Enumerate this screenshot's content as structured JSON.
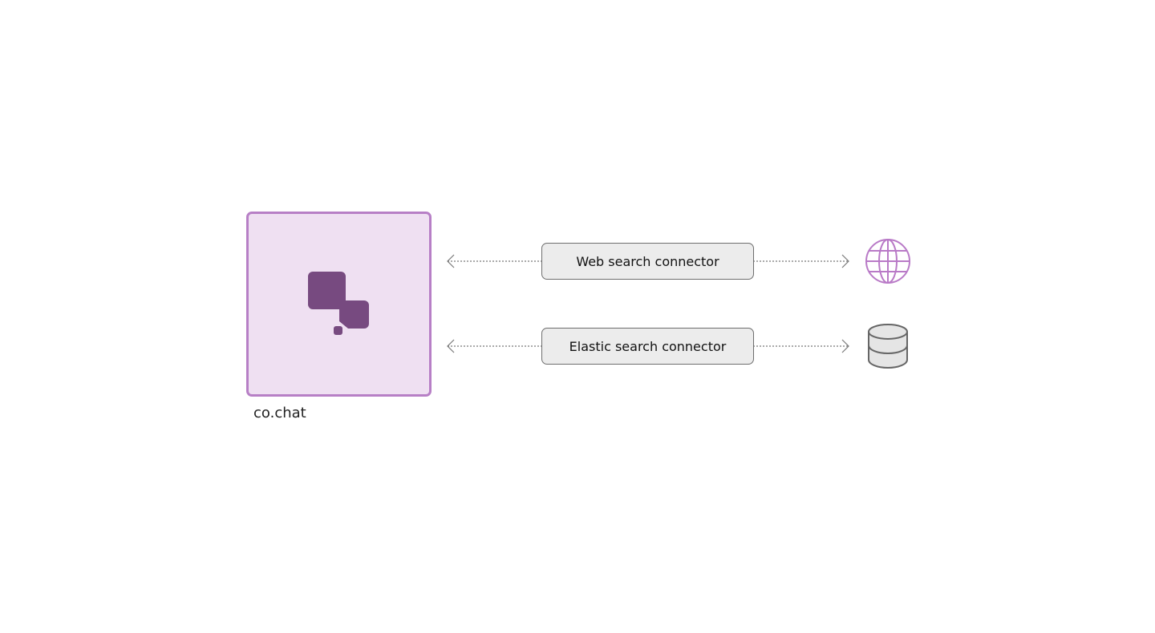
{
  "app": {
    "label": "co.chat",
    "logo_icon": "cohere-chat-logo-icon"
  },
  "connectors": [
    {
      "label": "Web search connector",
      "target_icon": "globe-icon"
    },
    {
      "label": "Elastic search connector",
      "target_icon": "database-icon"
    }
  ],
  "colors": {
    "app_fill": "#efe0f2",
    "app_border": "#b77fc6",
    "logo": "#774a80",
    "connector_fill": "#ececec",
    "connector_border": "#6d6d6d",
    "globe": "#b97ac7",
    "database": "#666666",
    "arrow": "#777777"
  }
}
